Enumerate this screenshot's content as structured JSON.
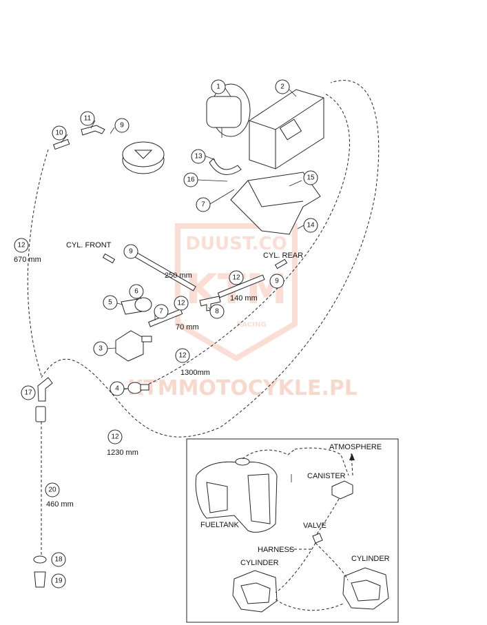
{
  "callouts": [
    {
      "n": "1"
    },
    {
      "n": "2"
    },
    {
      "n": "3"
    },
    {
      "n": "4"
    },
    {
      "n": "5"
    },
    {
      "n": "6"
    },
    {
      "n": "7"
    },
    {
      "n": "7"
    },
    {
      "n": "8"
    },
    {
      "n": "9"
    },
    {
      "n": "9"
    },
    {
      "n": "9"
    },
    {
      "n": "10"
    },
    {
      "n": "11"
    },
    {
      "n": "12"
    },
    {
      "n": "12"
    },
    {
      "n": "12"
    },
    {
      "n": "12"
    },
    {
      "n": "12"
    },
    {
      "n": "13"
    },
    {
      "n": "14"
    },
    {
      "n": "15"
    },
    {
      "n": "16"
    },
    {
      "n": "17"
    },
    {
      "n": "18"
    },
    {
      "n": "19"
    },
    {
      "n": "20"
    }
  ],
  "labels": {
    "cyl_front": "CYL. FRONT",
    "cyl_rear": "CYL. REAR",
    "len_670": "670 mm",
    "len_250": "250 mm",
    "len_140": "140 mm",
    "len_70": "70 mm",
    "len_1300": "1300mm",
    "len_1230": "1230 mm",
    "len_460": "460 mm"
  },
  "inset": {
    "atmosphere": "ATMOSPHERE",
    "canister": "CANISTER",
    "fueltank": "FUELTANK",
    "valve": "VALVE",
    "harness": "HARNESS",
    "cylinder_left": "CYLINDER",
    "cylinder_right": "CYLINDER"
  },
  "watermarks": {
    "logo_text": "DUUST.CO",
    "logo_sub": "RACING",
    "site": "KTMMOTOCYKLE.PL"
  }
}
